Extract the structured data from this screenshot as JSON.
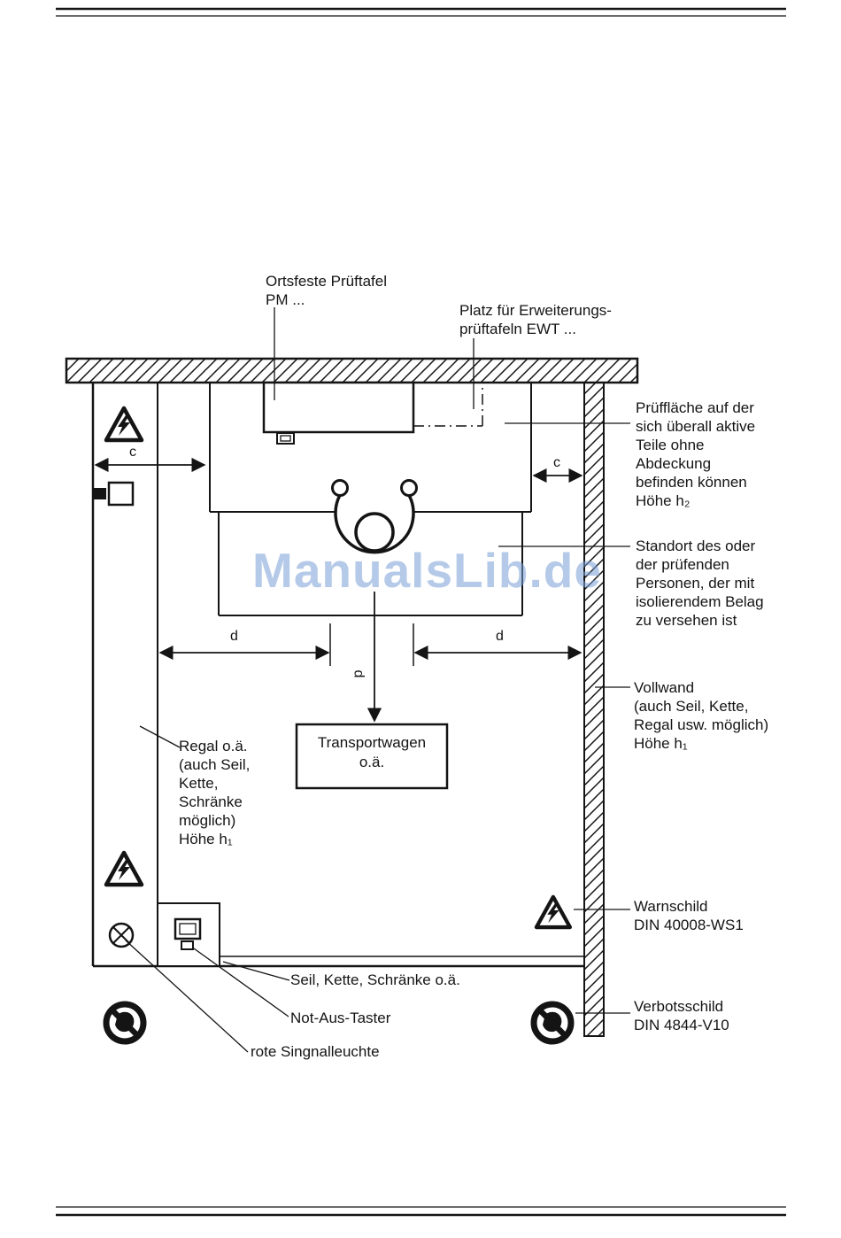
{
  "page": {
    "watermark": "ManualsLib.de"
  },
  "labels": {
    "ortsfeste_prueftafel": "Ortsfeste Prüftafel\nPM ...",
    "platz_erweiterung": "Platz für Erweiterungs-\nprüftafeln EWT ...",
    "pruefflaeche": "Prüffläche auf der\nsich überall aktive\nTeile ohne\nAbdeckung\nbefinden können\nHöhe h₂",
    "standort": "Standort des oder\nder prüfenden\nPersonen, der mit\nisolierendem Belag\nzu versehen ist",
    "vollwand": "Vollwand\n(auch Seil, Kette,\nRegal usw. möglich)\nHöhe h₁",
    "warnschild": "Warnschild\nDIN 40008-WS1",
    "verbotsschild": "Verbotsschild\nDIN 4844-V10",
    "regal": "Regal o.ä.\n(auch Seil,\nKette,\nSchränke\nmöglich)\nHöhe h₁",
    "seil_kette": "Seil, Kette, Schränke o.ä.",
    "not_aus": "Not-Aus-Taster",
    "rote_signalleuchte": "rote Singnalleuchte",
    "transportwagen": "Transportwagen\no.ä."
  },
  "dimensions": {
    "c_left": "c",
    "c_right": "c",
    "d_left": "d",
    "d_right": "d",
    "d_vertical": "d"
  },
  "colors": {
    "ink": "#141414",
    "watermark": "#789ed6"
  }
}
